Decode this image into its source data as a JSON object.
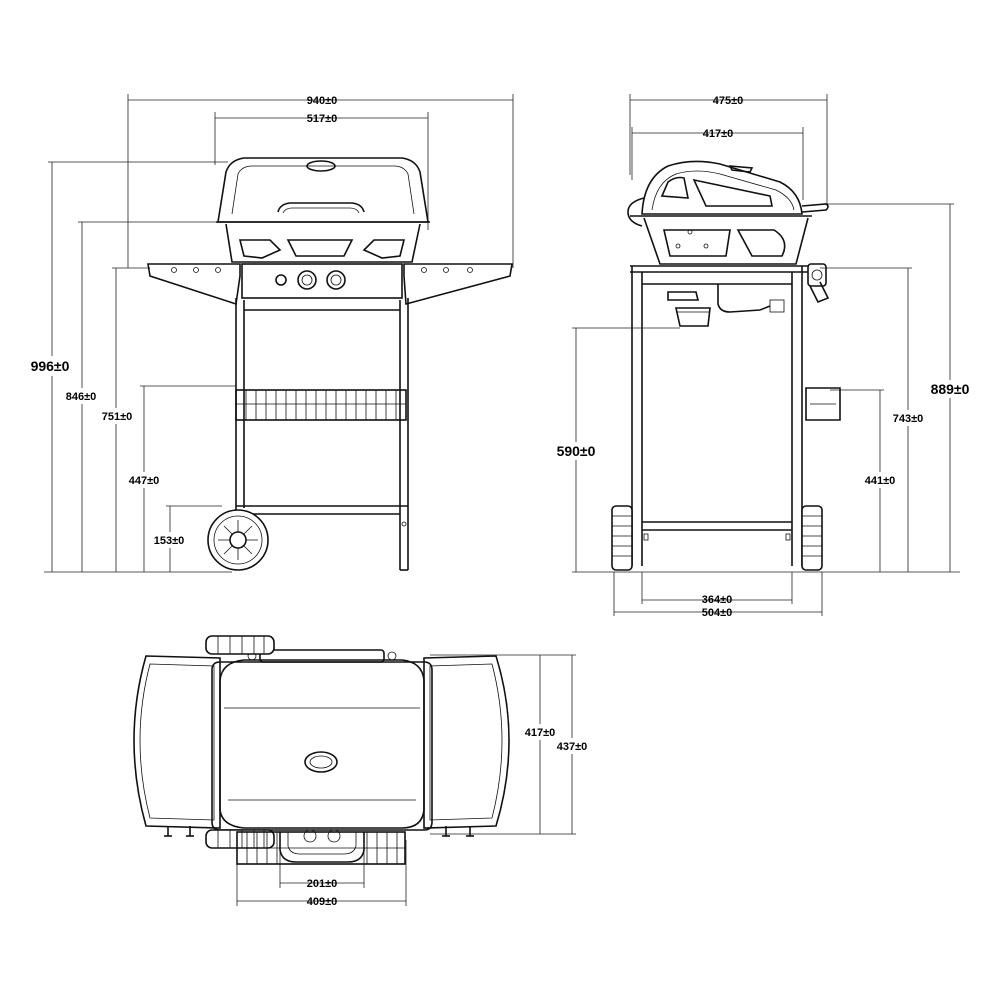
{
  "front_view": {
    "width_overall": "940±0",
    "width_hood": "517±0",
    "height_total": "996±0",
    "height_lid": "846±0",
    "height_side_shelf": "751±0",
    "height_basket": "447±0",
    "height_wheel": "153±0"
  },
  "side_view": {
    "depth_overall": "475±0",
    "depth_hood": "417±0",
    "height_handle": "889±0",
    "height_body": "743±0",
    "height_hook": "590±0",
    "height_shelf": "441±0",
    "leg_span_inner": "364±0",
    "leg_span_outer": "504±0"
  },
  "top_view": {
    "depth_hood": "417±0",
    "depth_overall": "437±0",
    "width_handle": "201±0",
    "width_basket": "409±0"
  },
  "colors": {
    "line": "#111111",
    "background": "#ffffff"
  }
}
